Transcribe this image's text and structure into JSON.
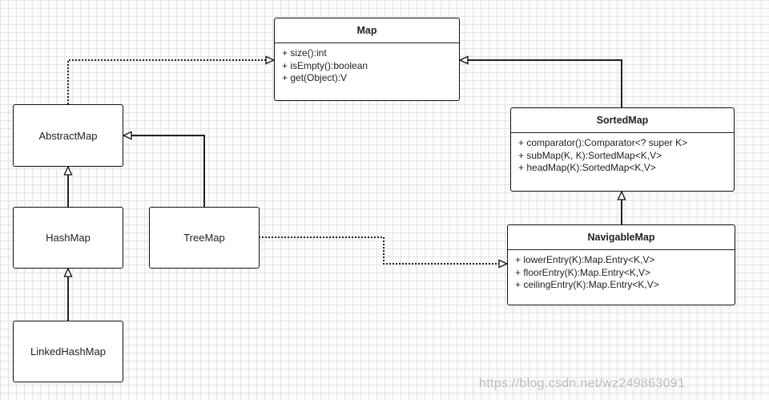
{
  "classes": {
    "map": {
      "title": "Map",
      "methods": [
        "+ size():int",
        "+ isEmpty():boolean",
        "+ get(Object):V"
      ]
    },
    "sorted_map": {
      "title": "SortedMap",
      "methods": [
        "+ comparator():Comparator<? super K>",
        "+ subMap(K, K):SortedMap<K,V>",
        "+ headMap(K):SortedMap<K,V>"
      ]
    },
    "navigable_map": {
      "title": "NavigableMap",
      "methods": [
        "+ lowerEntry(K):Map.Entry<K,V>",
        "+ floorEntry(K):Map.Entry<K,V>",
        "+ ceilingEntry(K):Map.Entry<K,V>"
      ]
    },
    "abstract_map": "AbstractMap",
    "hash_map": "HashMap",
    "tree_map": "TreeMap",
    "linked_hash_map": "LinkedHashMap"
  },
  "relations": [
    {
      "from": "AbstractMap",
      "to": "Map",
      "kind": "realization"
    },
    {
      "from": "HashMap",
      "to": "AbstractMap",
      "kind": "inheritance"
    },
    {
      "from": "LinkedHashMap",
      "to": "HashMap",
      "kind": "inheritance"
    },
    {
      "from": "TreeMap",
      "to": "AbstractMap",
      "kind": "inheritance"
    },
    {
      "from": "TreeMap",
      "to": "NavigableMap",
      "kind": "realization"
    },
    {
      "from": "SortedMap",
      "to": "Map",
      "kind": "inheritance"
    },
    {
      "from": "NavigableMap",
      "to": "SortedMap",
      "kind": "inheritance"
    }
  ],
  "watermark": "https://blog.csdn.net/wz249863091"
}
